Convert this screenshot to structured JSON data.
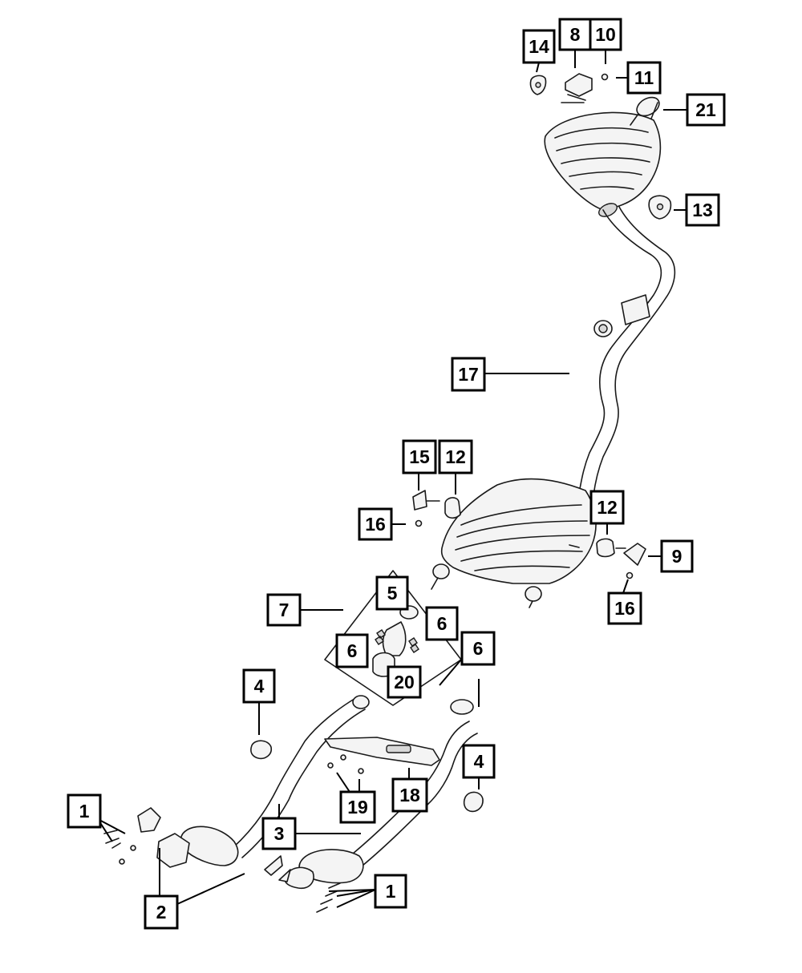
{
  "callouts": [
    {
      "id": "c14",
      "label": "14"
    },
    {
      "id": "c8",
      "label": "8"
    },
    {
      "id": "c10",
      "label": "10"
    },
    {
      "id": "c11",
      "label": "11"
    },
    {
      "id": "c21",
      "label": "21"
    },
    {
      "id": "c13",
      "label": "13"
    },
    {
      "id": "c17",
      "label": "17"
    },
    {
      "id": "c15",
      "label": "15"
    },
    {
      "id": "c12a",
      "label": "12"
    },
    {
      "id": "c16a",
      "label": "16"
    },
    {
      "id": "c12b",
      "label": "12"
    },
    {
      "id": "c9",
      "label": "9"
    },
    {
      "id": "c16b",
      "label": "16"
    },
    {
      "id": "c7",
      "label": "7"
    },
    {
      "id": "c5",
      "label": "5"
    },
    {
      "id": "c6a",
      "label": "6"
    },
    {
      "id": "c6b",
      "label": "6"
    },
    {
      "id": "c20",
      "label": "20"
    },
    {
      "id": "c6c",
      "label": "6"
    },
    {
      "id": "c4a",
      "label": "4"
    },
    {
      "id": "c4b",
      "label": "4"
    },
    {
      "id": "c19",
      "label": "19"
    },
    {
      "id": "c18",
      "label": "18"
    },
    {
      "id": "c1a",
      "label": "1"
    },
    {
      "id": "c3",
      "label": "3"
    },
    {
      "id": "c2",
      "label": "2"
    },
    {
      "id": "c1b",
      "label": "1"
    }
  ]
}
